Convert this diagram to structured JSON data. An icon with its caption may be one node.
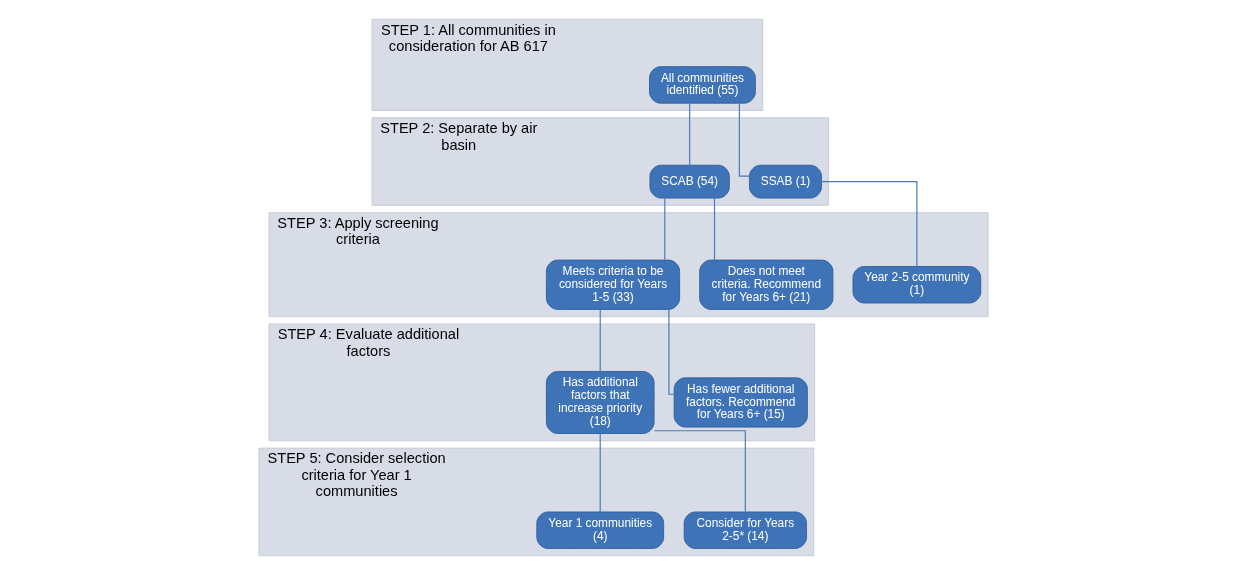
{
  "diagram": {
    "nodes": [
      {
        "text": [
          "STEP 1: All communities in consideration for AB 617"
        ]
      },
      {
        "text": [
          "All communities identified (55)"
        ],
        "in": 0
      },
      {
        "text": [
          "STEP 2: Separate by air basin"
        ]
      },
      {
        "text": [
          "SCAB (54)"
        ],
        "in": 2
      },
      {
        "text": [
          "SSAB (1)"
        ],
        "in": 2
      },
      {
        "text": [
          "STEP 3: Apply screening criteria"
        ]
      },
      {
        "text": [
          "Meets criteria to be considered for Years 1-5 (33)"
        ],
        "in": 5
      },
      {
        "text": [
          "Does not meet criteria. Recommend for Years 6+ (21)"
        ],
        "in": 5
      },
      {
        "text": [
          "Year 2-5 community (1)"
        ],
        "in": 5
      },
      {
        "text": [
          "STEP 4: Evaluate additional factors"
        ]
      },
      {
        "text": [
          "Has additional factors that increase priority (18)"
        ],
        "in": 9
      },
      {
        "text": [
          "Has fewer additional factors. Recommend for Years 6+ (15)"
        ],
        "in": 9
      },
      {
        "text": [
          "STEP 5: Consider selection criteria for Year 1 communities"
        ]
      },
      {
        "text": [
          "Year 1 communities (4)"
        ],
        "in": 12
      },
      {
        "text": [
          "Consider for Years 2-5* (14)"
        ],
        "in": 12
      }
    ],
    "edges": [
      {
        "from": 1,
        "to": 3,
        "arrow": "none"
      },
      {
        "from": 1,
        "to": 4,
        "arrow": "none"
      },
      {
        "from": 3,
        "to": 6,
        "arrow": "none"
      },
      {
        "from": 3,
        "to": 7,
        "arrow": "none"
      },
      {
        "from": 4,
        "to": 8,
        "arrow": "none"
      },
      {
        "from": 6,
        "to": 10,
        "arrow": "none"
      },
      {
        "from": 6,
        "to": 11,
        "arrow": "none"
      },
      {
        "from": 10,
        "to": 13,
        "arrow": "none"
      },
      {
        "from": 10,
        "to": 14,
        "arrow": "none"
      }
    ]
  }
}
